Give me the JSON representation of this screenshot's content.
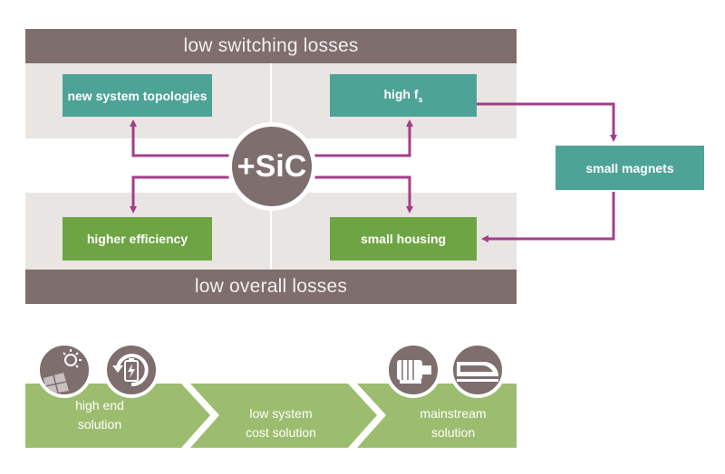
{
  "colors": {
    "band": "#7e6e6e",
    "panel": "#e8e5e3",
    "teal": "#4ea397",
    "green": "#6ea544",
    "arrow": "#a43d8a",
    "ribbon": "#9cbd6f"
  },
  "top_band": {
    "label": "low switching losses"
  },
  "bottom_band": {
    "label": "low overall losses"
  },
  "center": {
    "label": "+SiC"
  },
  "boxes": {
    "new_topologies": "new system topologies",
    "high_fs": {
      "main": "high f",
      "sub": "s"
    },
    "small_magnets": "small magnets",
    "higher_efficiency": "higher efficiency",
    "small_housing": "small housing"
  },
  "ribbon": {
    "steps": [
      {
        "line1": "high end",
        "line2": "solution"
      },
      {
        "line1": "low system",
        "line2": "cost solution"
      },
      {
        "line1": "mainstream",
        "line2": "solution"
      }
    ],
    "icons": [
      "solar-panel-icon",
      "battery-charging-icon",
      "electric-motor-icon",
      "high-speed-train-icon"
    ]
  }
}
